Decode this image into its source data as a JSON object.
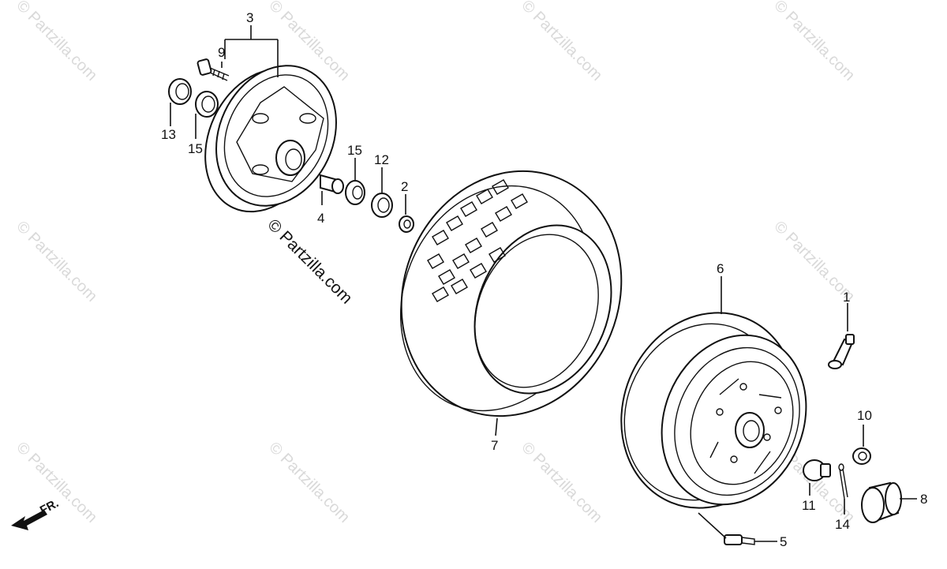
{
  "watermark": "© Partzilla.com",
  "brand": "© Partzilla.com",
  "direction": "FR.",
  "callouts": {
    "c1": "1",
    "c2": "2",
    "c3": "3",
    "c4": "4",
    "c5": "5",
    "c6": "6",
    "c7": "7",
    "c8": "8",
    "c9": "9",
    "c10": "10",
    "c11": "11",
    "c12": "12",
    "c13": "13",
    "c14": "14",
    "c15a": "15",
    "c15b": "15"
  }
}
